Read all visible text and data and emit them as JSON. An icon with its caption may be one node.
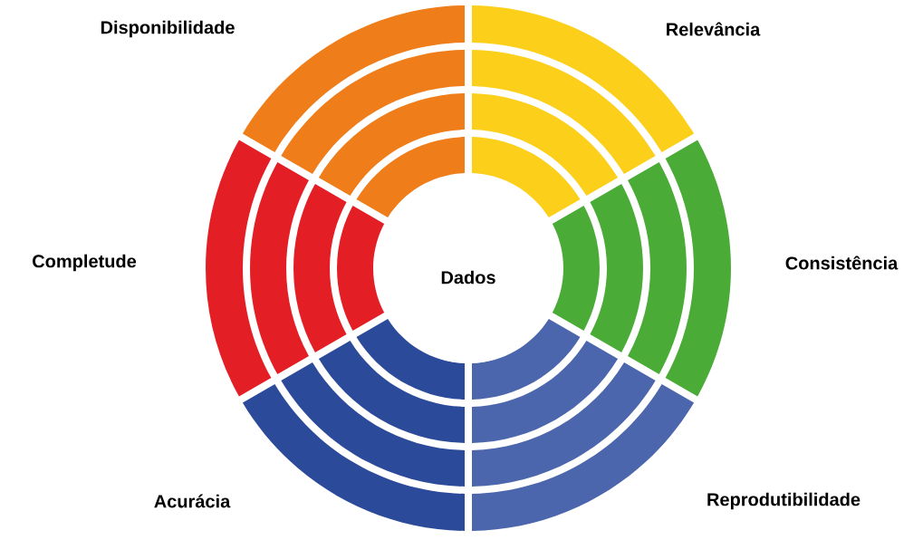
{
  "diagram": {
    "nodes": [
      {
        "text": [
          "Dados"
        ]
      },
      {
        "text": [
          "Relevância"
        ]
      },
      {
        "text": [
          "Consistência"
        ]
      },
      {
        "text": [
          "Reprodutibilidade"
        ]
      },
      {
        "text": [
          "Acurácia"
        ]
      },
      {
        "text": [
          "Completude"
        ]
      },
      {
        "text": [
          "Disponibilidade"
        ]
      }
    ]
  }
}
